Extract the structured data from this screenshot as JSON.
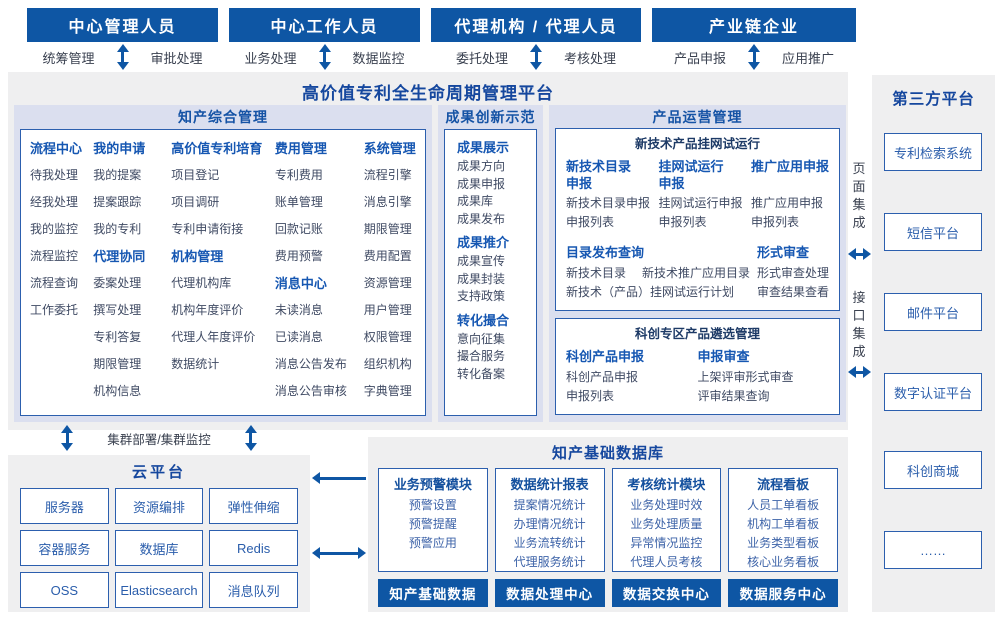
{
  "roles": [
    {
      "title": "中心管理人员",
      "left_label": "统筹管理",
      "right_label": "审批处理"
    },
    {
      "title": "中心工作人员",
      "left_label": "业务处理",
      "right_label": "数据监控"
    },
    {
      "title": "代理机构 / 代理人员",
      "left_label": "委托处理",
      "right_label": "考核处理"
    },
    {
      "title": "产业链企业",
      "left_label": "产品申报",
      "right_label": "应用推广"
    }
  ],
  "platform": {
    "title": "高价值专利全生命周期管理平台"
  },
  "ipm": {
    "title": "知产综合管理",
    "cols": [
      {
        "groups": [
          {
            "h": "流程中心",
            "items": [
              "待我处理",
              "经我处理",
              "我的监控",
              "流程监控",
              "流程查询",
              "工作委托"
            ]
          }
        ]
      },
      {
        "groups": [
          {
            "h": "我的申请",
            "items": [
              "我的提案",
              "提案跟踪",
              "我的专利"
            ]
          },
          {
            "h": "代理协同",
            "items": [
              "委案处理",
              "撰写处理",
              "专利答复",
              "期限管理",
              "机构信息"
            ]
          }
        ]
      },
      {
        "groups": [
          {
            "h": "高价值专利培育",
            "items": [
              "项目登记",
              "项目调研",
              "专利申请衔接"
            ]
          },
          {
            "h": "机构管理",
            "items": [
              "代理机构库",
              "机构年度评价",
              "代理人年度评价",
              "数据统计"
            ]
          }
        ]
      },
      {
        "groups": [
          {
            "h": "费用管理",
            "items": [
              "专利费用",
              "账单管理",
              "回款记账",
              "费用预警"
            ]
          },
          {
            "h": "消息中心",
            "items": [
              "未读消息",
              "已读消息",
              "消息公告发布",
              "消息公告审核"
            ]
          }
        ]
      },
      {
        "groups": [
          {
            "h": "系统管理",
            "items": [
              "流程引擎",
              "消息引擎",
              "期限管理",
              "费用配置",
              "资源管理",
              "用户管理",
              "权限管理",
              "组织机构",
              "字典管理"
            ]
          }
        ]
      }
    ]
  },
  "achievement": {
    "title": "成果创新示范",
    "groups": [
      {
        "h": "成果展示",
        "items": [
          "成果方向",
          "成果申报",
          "成果库",
          "成果发布"
        ]
      },
      {
        "h": "成果推介",
        "items": [
          "成果宣传",
          "成果封装",
          "支持政策"
        ]
      },
      {
        "h": "转化撮合",
        "items": [
          "意向征集",
          "撮合服务",
          "转化备案"
        ]
      }
    ]
  },
  "product": {
    "title": "产品运营管理",
    "box1": {
      "title": "新技术产品挂网试运行",
      "cols": [
        {
          "h": "新技术目录申报",
          "items": [
            "新技术目录申报",
            "申报列表"
          ]
        },
        {
          "h": "挂网试运行申报",
          "items": [
            "挂网试运行申报",
            "申报列表"
          ]
        },
        {
          "h": "推广应用申报",
          "items": [
            "推广应用申报",
            "申报列表"
          ]
        }
      ],
      "catalog": {
        "h": "目录发布查询",
        "row1": [
          "新技术目录",
          "新技术推广应用目录"
        ],
        "row2": "新技术（产品）挂网试运行计划"
      },
      "review": {
        "h": "形式审查",
        "items": [
          "形式审查处理",
          "审查结果查看"
        ]
      }
    },
    "box2": {
      "title": "科创专区产品遴选管理",
      "cols": [
        {
          "h": "科创产品申报",
          "items": [
            "科创产品申报",
            "申报列表"
          ]
        },
        {
          "h": "申报审查",
          "items": [
            "上架评审形式审查",
            "评审结果查询"
          ]
        }
      ]
    }
  },
  "integration": {
    "page": "页面集成",
    "api": "接口集成"
  },
  "thirdparty": {
    "title": "第三方平台",
    "items": [
      "专利检索系统",
      "短信平台",
      "邮件平台",
      "数字认证平台",
      "科创商城",
      "……"
    ]
  },
  "cluster": {
    "label": "集群部署/集群监控"
  },
  "cloud": {
    "title": "云平台",
    "items": [
      "服务器",
      "资源编排",
      "弹性伸缩",
      "容器服务",
      "数据库",
      "Redis",
      "OSS",
      "Elasticsearch",
      "消息队列"
    ]
  },
  "database": {
    "title": "知产基础数据库",
    "modules": [
      {
        "h": "业务预警模块",
        "items": [
          "预警设置",
          "预警提醒",
          "预警应用"
        ]
      },
      {
        "h": "数据统计报表",
        "items": [
          "提案情况统计",
          "办理情况统计",
          "业务流转统计",
          "代理服务统计"
        ]
      },
      {
        "h": "考核统计模块",
        "items": [
          "业务处理时效",
          "业务处理质量",
          "异常情况监控",
          "代理人员考核"
        ]
      },
      {
        "h": "流程看板",
        "items": [
          "人员工单看板",
          "机构工单看板",
          "业务类型看板",
          "核心业务看板"
        ]
      }
    ],
    "bars": [
      "知产基础数据",
      "数据处理中心",
      "数据交换中心",
      "数据服务中心"
    ]
  },
  "colors": {
    "primary": "#0e56a4",
    "panel_gray": "#efeff0",
    "panel_lavender": "#dbdfef",
    "header_text": "#1657b2",
    "item_text": "#3f4a63"
  }
}
